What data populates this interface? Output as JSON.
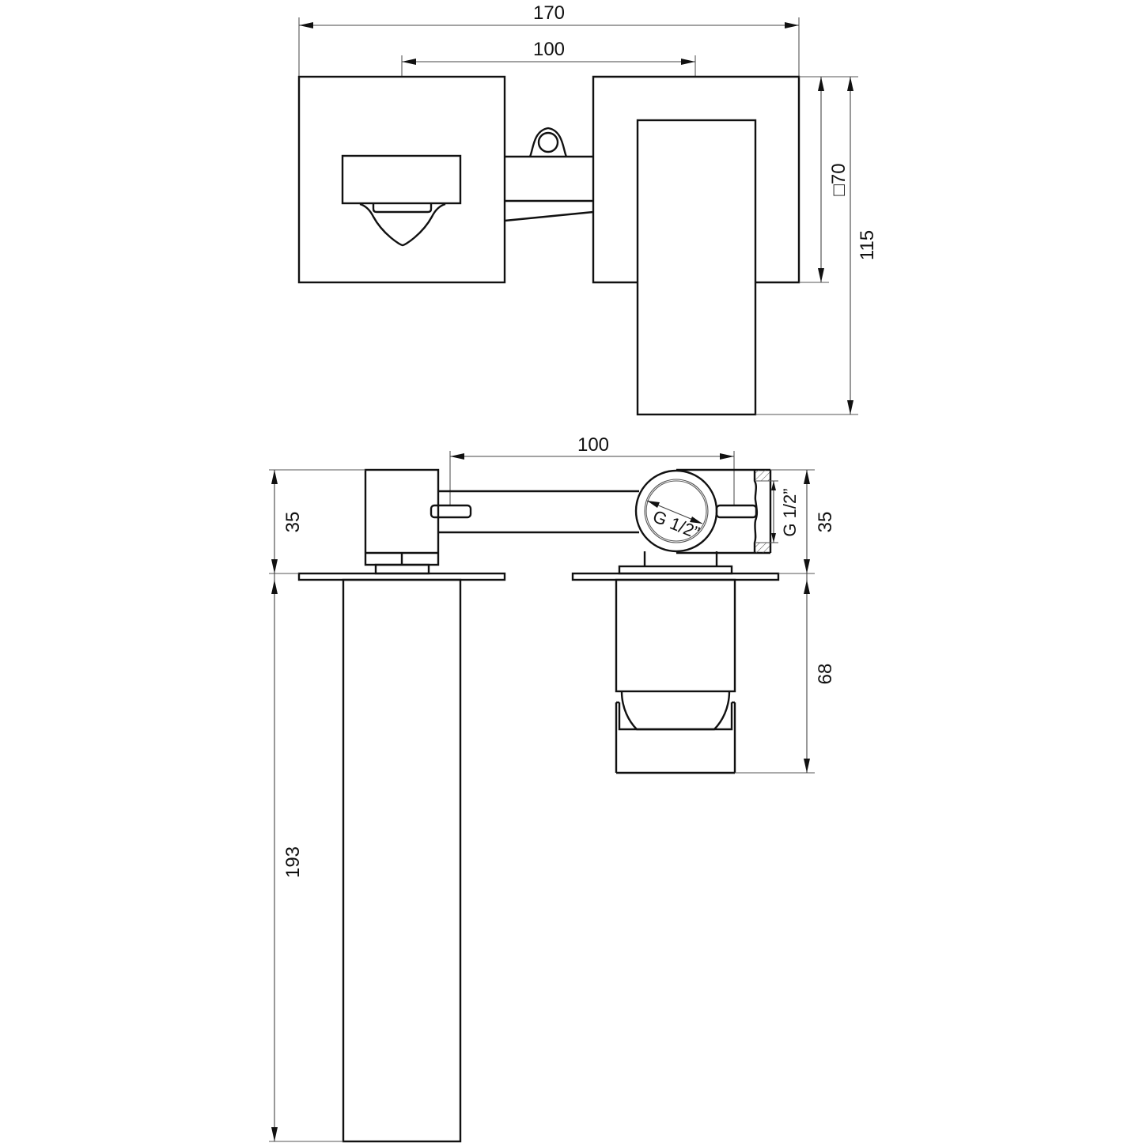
{
  "drawing": {
    "type": "technical-drawing",
    "subject": "wall-mounted basin mixer with separate spout",
    "line_color": "#111111",
    "background": "#ffffff"
  },
  "front_view": {
    "dimensions": {
      "overall_width": "170",
      "center_distance": "100",
      "plate_square": "□70",
      "overall_height": "115"
    }
  },
  "side_view": {
    "dimensions": {
      "center_distance": "100",
      "handle_depth": "35",
      "connection_depth": "35",
      "spout_projection": "193",
      "body_projection": "68",
      "thread_circle": "G 1/2”",
      "thread_side": "G 1/2”"
    }
  }
}
